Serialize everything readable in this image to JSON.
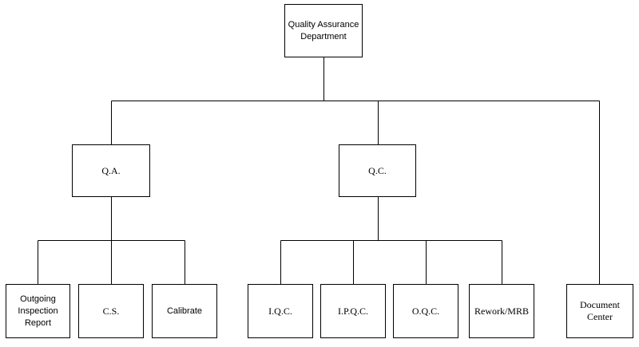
{
  "nodes": {
    "root": "Quality Assurance Department",
    "qa": "Q.A.",
    "qc": "Q.C.",
    "outgoing_inspection_report": "Outgoing Inspection Report",
    "cs": "C.S.",
    "calibrate": "Calibrate",
    "iqc": "I.Q.C.",
    "ipqc": "I.P.Q.C.",
    "oqc": "O.Q.C.",
    "rework_mrb": "Rework/MRB",
    "document_center": "Document Center"
  },
  "colors": {
    "line": "#000000",
    "box_border": "#000000",
    "background": "#ffffff"
  }
}
